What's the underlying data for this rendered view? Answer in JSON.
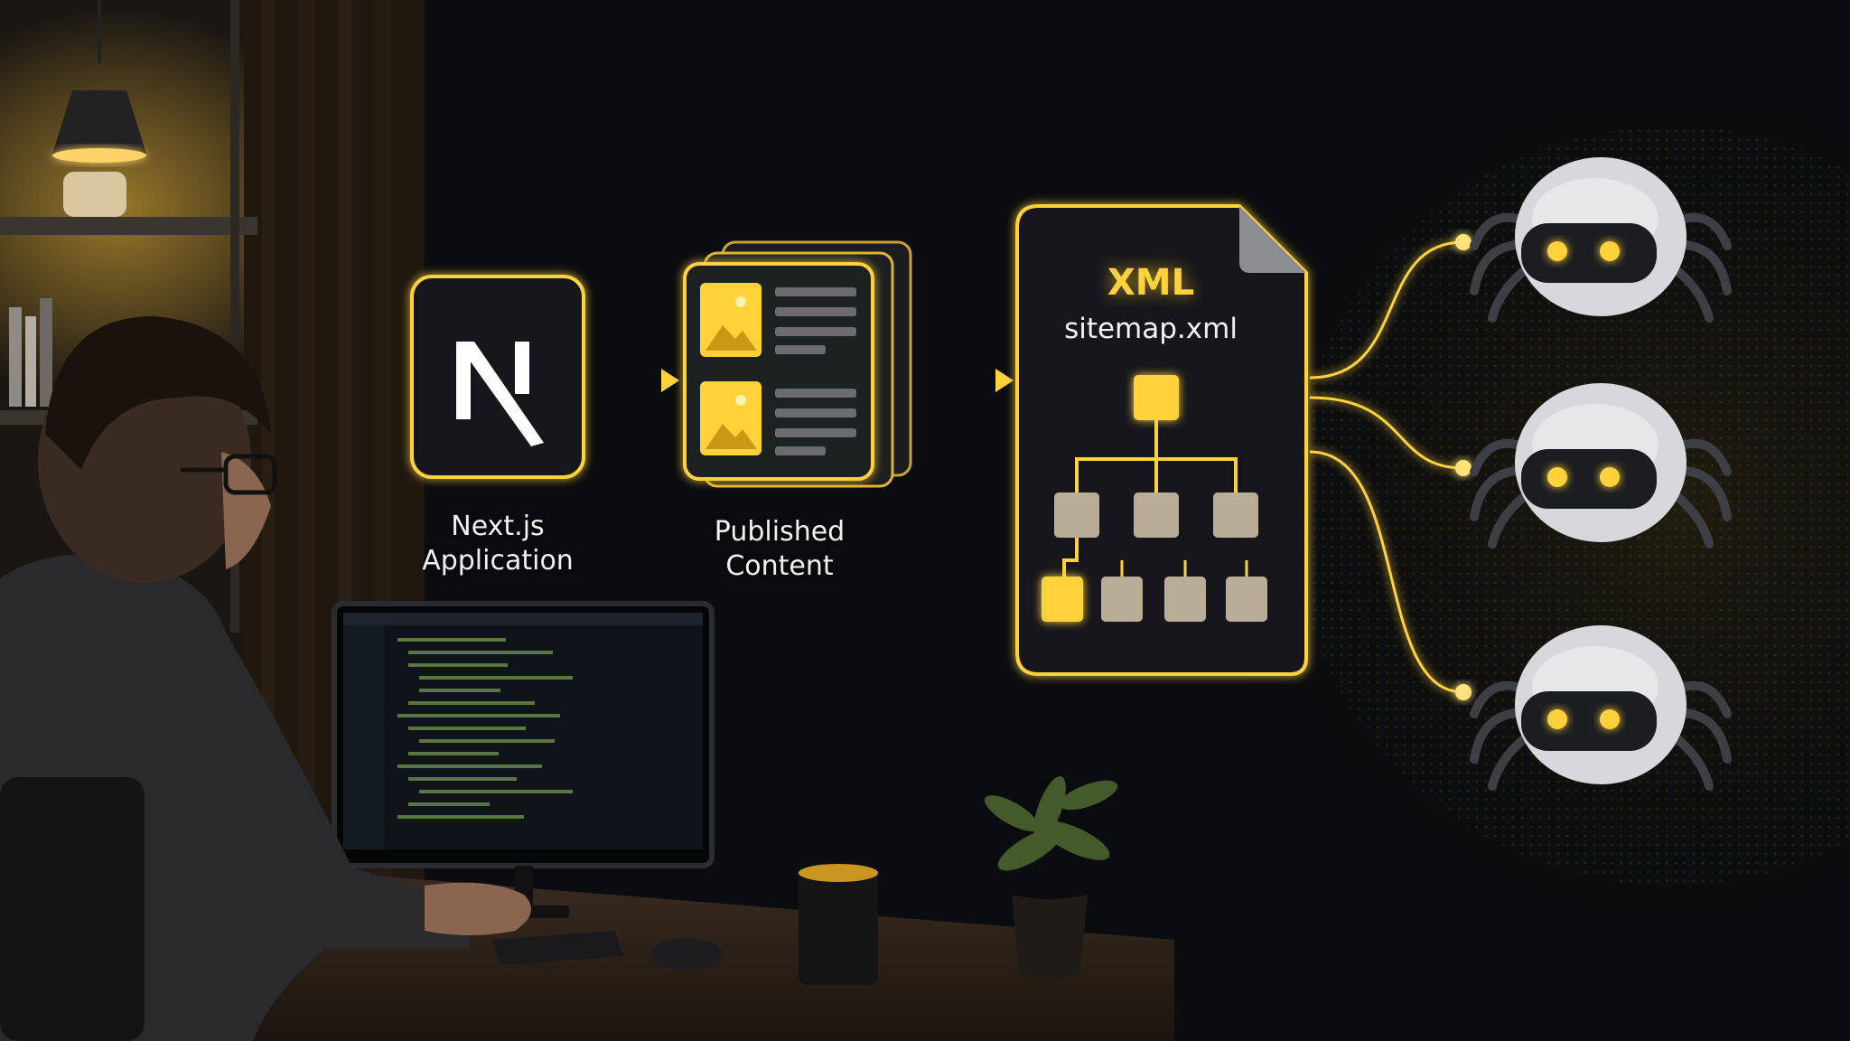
{
  "nodes": {
    "nextjs": {
      "label_line1": "Next.js",
      "label_line2": "Application",
      "logo_letter": "N"
    },
    "content": {
      "label_line1": "Published",
      "label_line2": "Content"
    },
    "sitemap": {
      "title": "XML",
      "filename": "sitemap.xml"
    }
  },
  "crawlers": {
    "count": 3,
    "icon": "robot-spider-icon"
  },
  "colors": {
    "accent": "#ffd23a",
    "background": "#0b0c0f",
    "node_fill": "#15161a",
    "tree_node": "#b9ad97"
  }
}
